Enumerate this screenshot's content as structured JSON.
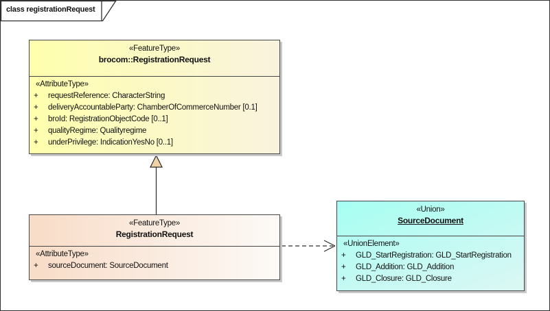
{
  "frame": {
    "title": "class registrationRequest"
  },
  "colors": {
    "yellow_box_start": "#ffffad",
    "yellow_box_end": "#f9f3de",
    "peach_box_start": "#f8dcc7",
    "peach_box_end": "#fdfaf7",
    "cyan_box_start": "#a6fef2",
    "cyan_box_end": "#dcf7f4",
    "box_border": "#454545",
    "box_shadow": "#c9c9c9",
    "generalization_arrowhead_fill": "#f0d3a6"
  },
  "connectors": {
    "generalization": "RegistrationRequest -> brocom::RegistrationRequest",
    "dependency": "RegistrationRequest -> SourceDocument"
  },
  "classes": [
    {
      "stereotype": "«FeatureType»",
      "name": "brocom::RegistrationRequest",
      "attr_stereotype": "«AttributeType»",
      "attributes": [
        {
          "vis": "+",
          "text": "requestReference: CharacterString"
        },
        {
          "vis": "+",
          "text": "deliveryAccountableParty: ChamberOfCommerceNumber [0.1]"
        },
        {
          "vis": "+",
          "text": "broId: RegistrationObjectCode [0..1]"
        },
        {
          "vis": "+",
          "text": "qualityRegime: Qualityregime"
        },
        {
          "vis": "+",
          "text": "underPrivilege: IndicationYesNo [0..1]"
        }
      ]
    },
    {
      "stereotype": "«FeatureType»",
      "name": "RegistrationRequest",
      "attr_stereotype": "«AttributeType»",
      "attributes": [
        {
          "vis": "+",
          "text": "sourceDocument: SourceDocument"
        }
      ]
    },
    {
      "stereotype": "«Union»",
      "name": "SourceDocument",
      "attr_stereotype": "«UnionElement»",
      "attributes": [
        {
          "vis": "+",
          "text": "GLD_StartRegistration: GLD_StartRegistration"
        },
        {
          "vis": "+",
          "text": "GLD_Addition: GLD_Addition"
        },
        {
          "vis": "+",
          "text": "GLD_Closure: GLD_Closure"
        }
      ]
    }
  ]
}
